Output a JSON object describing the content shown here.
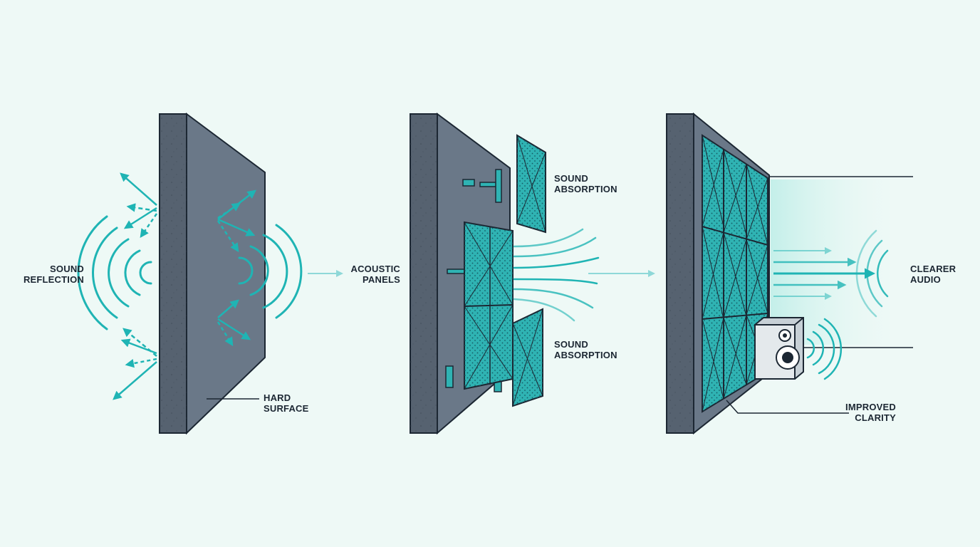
{
  "colors": {
    "background": "#eef9f6",
    "wall_front": "#566270",
    "wall_side": "#6a7888",
    "outline": "#1c2733",
    "accent": "#1fb4b4",
    "panel_fill": "#2fb3b3",
    "label_text": "#1c2733"
  },
  "labels": {
    "sound_reflection": "SOUND\nREFLECTION",
    "hard_surface": "HARD\nSURFACE",
    "acoustic_panels": "ACOUSTIC\nPANELS",
    "sound_absorption_top": "SOUND\nABSORPTION",
    "sound_absorption_bottom": "SOUND\nABSORPTION",
    "clearer_audio": "CLEARER\nAUDIO",
    "improved_clarity": "IMPROVED\nCLARITY"
  },
  "icons": {
    "stage1": "reflecting-wall-icon",
    "stage2": "exploded-panels-icon",
    "stage3": "treated-wall-icon",
    "speaker": "speaker-icon",
    "transition": "arrow-right-icon"
  }
}
